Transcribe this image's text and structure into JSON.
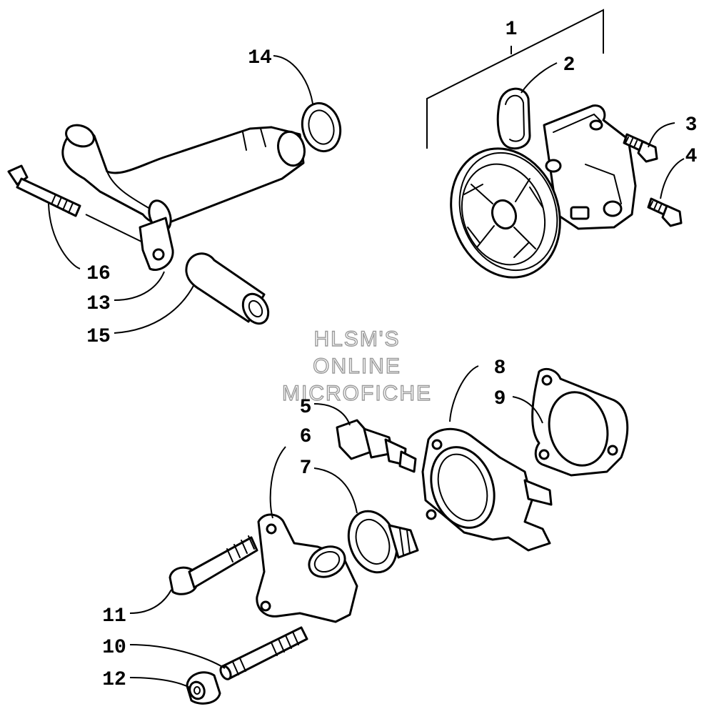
{
  "callouts": {
    "c1": "1",
    "c2": "2",
    "c3": "3",
    "c4": "4",
    "c5": "5",
    "c6": "6",
    "c7": "7",
    "c8": "8",
    "c9": "9",
    "c10": "10",
    "c11": "11",
    "c12": "12",
    "c13": "13",
    "c14": "14",
    "c15": "15",
    "c16": "16"
  },
  "watermark": {
    "line1": "HLSM'S",
    "line2": "ONLINE",
    "line3": "MICROFICHE"
  },
  "colors": {
    "ink": "#000000",
    "paper": "#ffffff",
    "watermark_stroke": "#9a9a9a"
  }
}
